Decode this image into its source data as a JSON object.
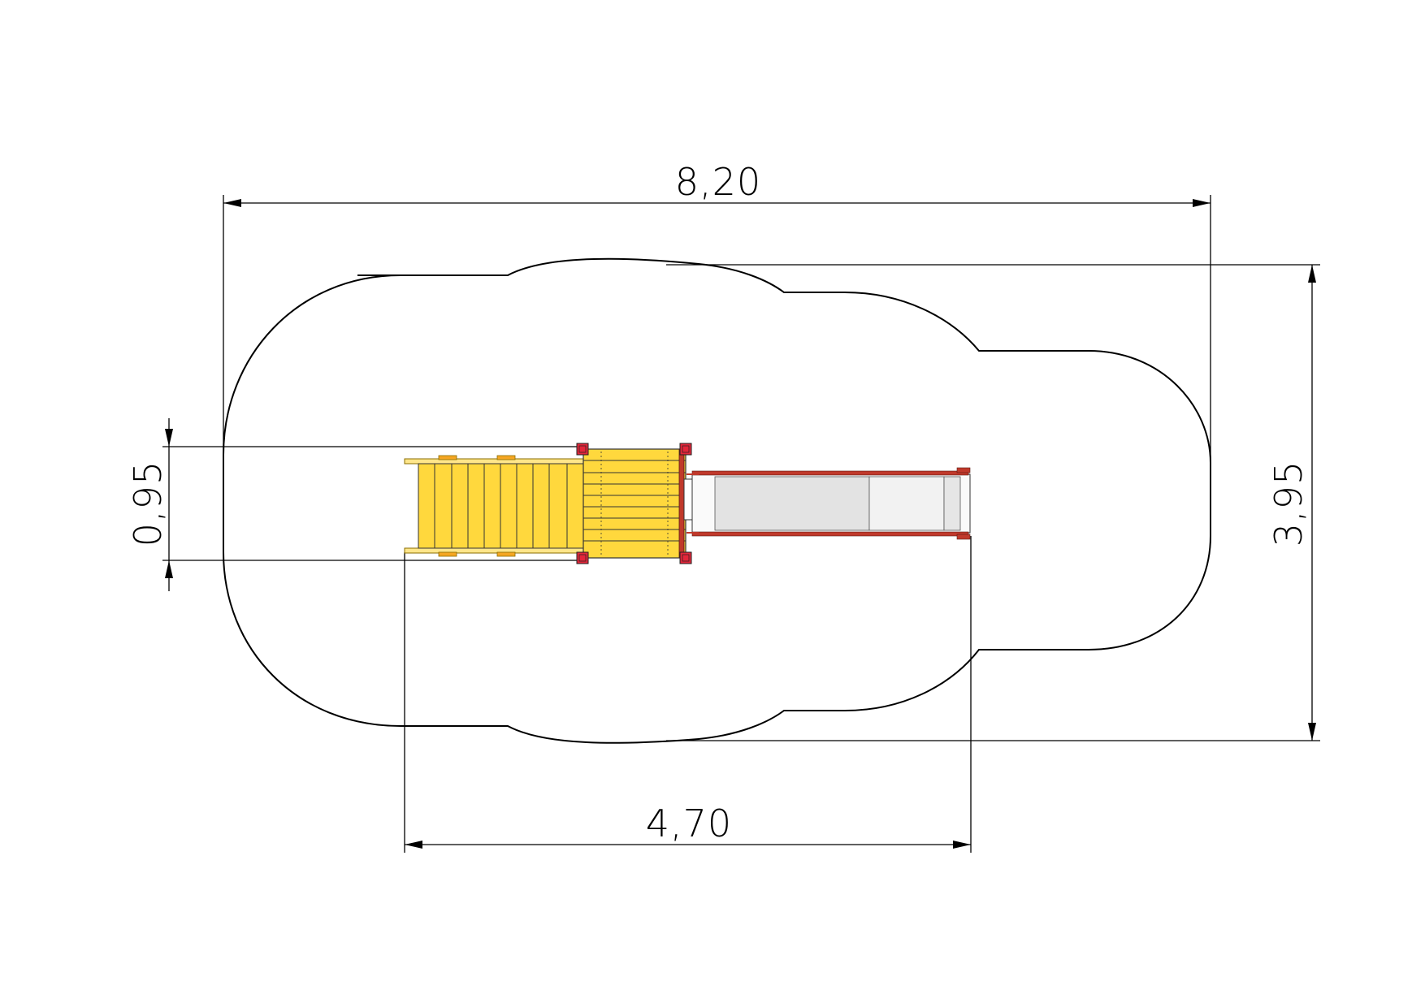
{
  "dimensions": {
    "overall_width": "8,20",
    "overall_height": "3,95",
    "platform_width": "0,95",
    "equipment_length": "4,70"
  },
  "colors": {
    "wood": "#FFD83D",
    "wood_edge": "#D9A400",
    "post": "#E3263A",
    "frame": "#C0392B",
    "slide_bed": "#E3E3E3",
    "slide_light": "#F2F2F2",
    "line": "#000000"
  }
}
